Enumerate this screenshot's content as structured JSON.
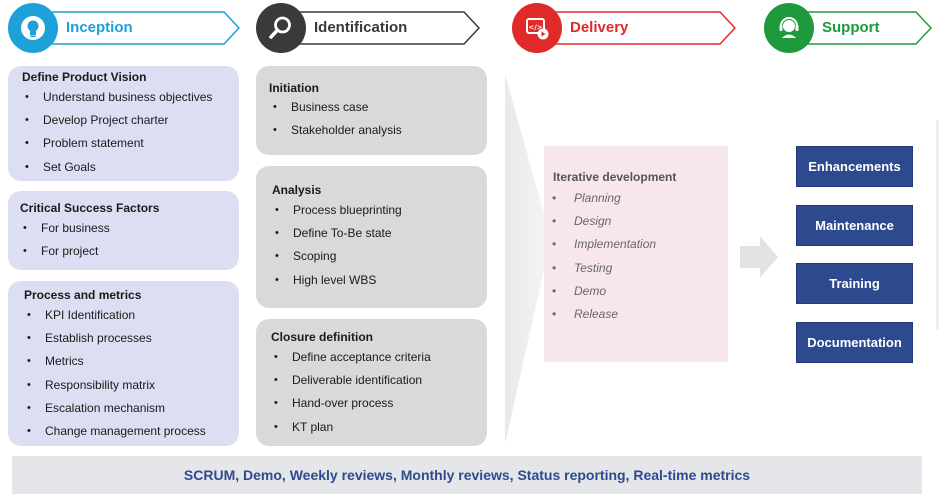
{
  "colors": {
    "inception": "#1ea0d8",
    "identification": "#3a3a3a",
    "delivery": "#e02a2a",
    "support": "#1e9a3c",
    "blue_card": "#dcdff2",
    "grey_card": "#d9d9d9",
    "pink_card": "#f7e7ea",
    "support_button": "#2e4a8f",
    "footer_text": "#2e4a8f"
  },
  "phases": {
    "inception": {
      "label": "Inception",
      "icon": "lightbulb-icon"
    },
    "identification": {
      "label": "Identification",
      "icon": "magnifier-icon"
    },
    "delivery": {
      "label": "Delivery",
      "icon": "code-play-icon"
    },
    "support": {
      "label": "Support",
      "icon": "headset-agent-icon"
    }
  },
  "inception_cards": [
    {
      "title": "Define Product Vision",
      "items": [
        "Understand business objectives",
        "Develop Project charter",
        "Problem statement",
        "Set Goals"
      ]
    },
    {
      "title": "Critical Success Factors",
      "items": [
        "For business",
        "For project"
      ]
    },
    {
      "title": "Process and metrics",
      "items": [
        "KPI Identification",
        "Establish processes",
        "Metrics",
        "Responsibility matrix",
        "Escalation mechanism",
        "Change management process"
      ]
    }
  ],
  "identification_cards": [
    {
      "title": "Initiation",
      "items": [
        "Business case",
        "Stakeholder analysis"
      ]
    },
    {
      "title": "Analysis",
      "items": [
        "Process blueprinting",
        "Define To-Be state",
        "Scoping",
        "High level WBS"
      ]
    },
    {
      "title": "Closure definition",
      "items": [
        "Define acceptance criteria",
        "Deliverable identification",
        "Hand-over process",
        "KT plan"
      ]
    }
  ],
  "delivery": {
    "title": "Iterative development",
    "items": [
      "Planning",
      "Design",
      "Implementation",
      "Testing",
      "Demo",
      "Release"
    ]
  },
  "support_items": [
    "Enhancements",
    "Maintenance",
    "Training",
    "Documentation"
  ],
  "footer": "SCRUM, Demo, Weekly reviews, Monthly reviews, Status reporting, Real-time metrics"
}
